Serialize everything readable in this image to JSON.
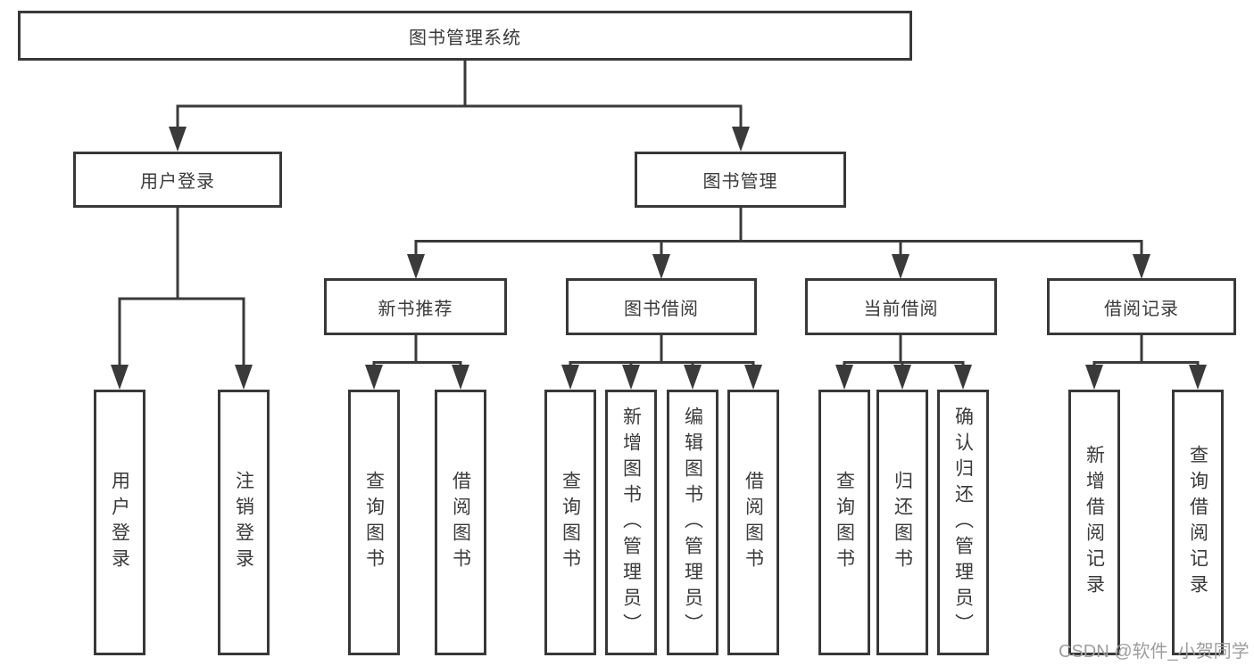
{
  "root": {
    "label": "图书管理系统"
  },
  "branches": {
    "user_login": {
      "label": "用户登录"
    },
    "book_management": {
      "label": "图书管理"
    }
  },
  "sections": {
    "new_books": {
      "label": "新书推荐"
    },
    "borrowing": {
      "label": "图书借阅"
    },
    "current": {
      "label": "当前借阅"
    },
    "records": {
      "label": "借阅记录"
    }
  },
  "leaves": {
    "user_login": [
      "用户登录",
      "注销登录"
    ],
    "new_books": [
      "查询图书",
      "借阅图书"
    ],
    "borrowing": [
      "查询图书",
      "新增图书（管理员）",
      "编辑图书（管理员）",
      "借阅图书"
    ],
    "current": [
      "查询图书",
      "归还图书",
      "确认归还（管理员）"
    ],
    "records": [
      "新增借阅记录",
      "查询借阅记录"
    ]
  },
  "watermark": "CSDN @软件_小贺同学",
  "colors": {
    "line": "#3a3a3a",
    "text": "#3a3a3a",
    "watermark": "#9e9e9e",
    "background": "#ffffff"
  }
}
